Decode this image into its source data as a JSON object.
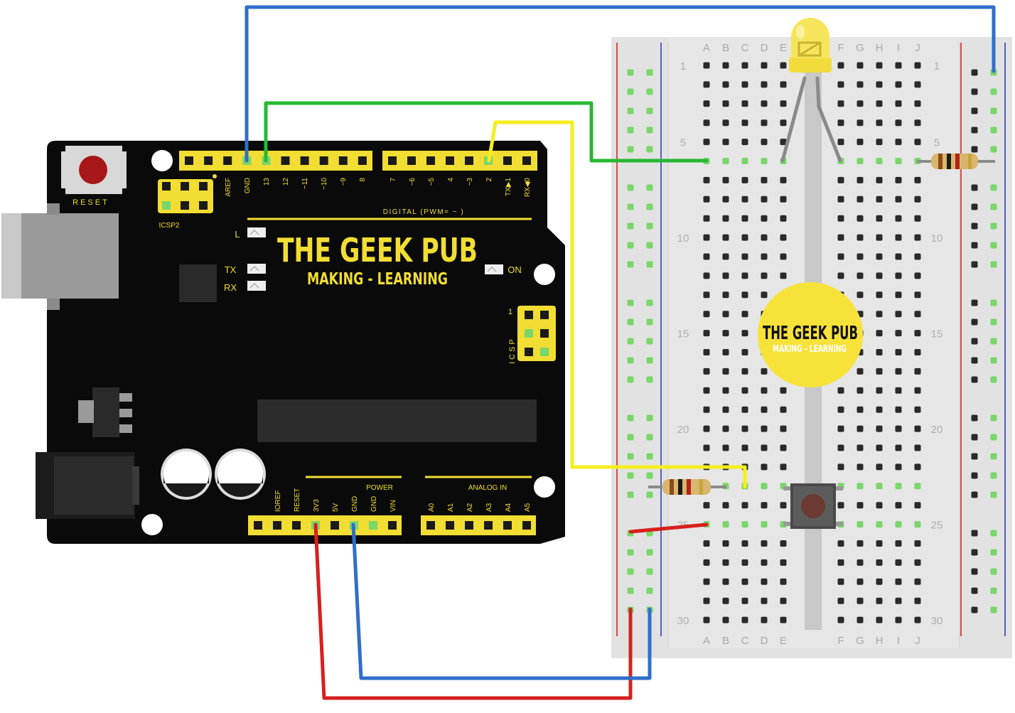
{
  "board": {
    "reset_label": "RESET",
    "icsp2_label": "ICSP2",
    "icsp_label": "ICSP",
    "icsp_pin1": "1",
    "led_labels": [
      "L",
      "TX",
      "RX",
      "ON"
    ],
    "digital_label": "DIGITAL (PWM= ~ )",
    "digital_pins": [
      "AREF",
      "GND",
      "13",
      "12",
      "~11",
      "~10",
      "~9",
      "8",
      "7",
      "~6",
      "~5",
      "4",
      "~3",
      "2",
      "TX▶1",
      "RX◀0"
    ],
    "power_label": "POWER",
    "power_pins": [
      "IOREF",
      "RESET",
      "3V3",
      "5V",
      "GND",
      "GND",
      "VIN"
    ],
    "analog_label": "ANALOG IN",
    "analog_pins": [
      "A0",
      "A1",
      "A2",
      "A3",
      "A4",
      "A5"
    ],
    "logo_title": "THE GEEK PUB",
    "logo_subtitle": "MAKING - LEARNING"
  },
  "breadboard": {
    "columns_left": [
      "A",
      "B",
      "C",
      "D",
      "E"
    ],
    "columns_right": [
      "F",
      "G",
      "H",
      "I",
      "J"
    ],
    "row_numbers": [
      "1",
      "5",
      "10",
      "15",
      "20",
      "25",
      "30"
    ],
    "badge_title": "THE GEEK PUB",
    "badge_subtitle": "MAKING - LEARNING"
  },
  "wires": [
    {
      "name": "blue-top-wire",
      "color": "#2f6fc9"
    },
    {
      "name": "green-wire",
      "color": "#27b833"
    },
    {
      "name": "yellow-wire",
      "color": "#f5ee1e"
    },
    {
      "name": "red-power-wire",
      "color": "#d81f1f"
    },
    {
      "name": "blue-ground-wire",
      "color": "#2f6fc9"
    }
  ],
  "colors": {
    "board": "#0a0a0a",
    "header": "#f2dd33",
    "breadboard": "#e2e2e2",
    "hole_active": "#7ad66a"
  }
}
